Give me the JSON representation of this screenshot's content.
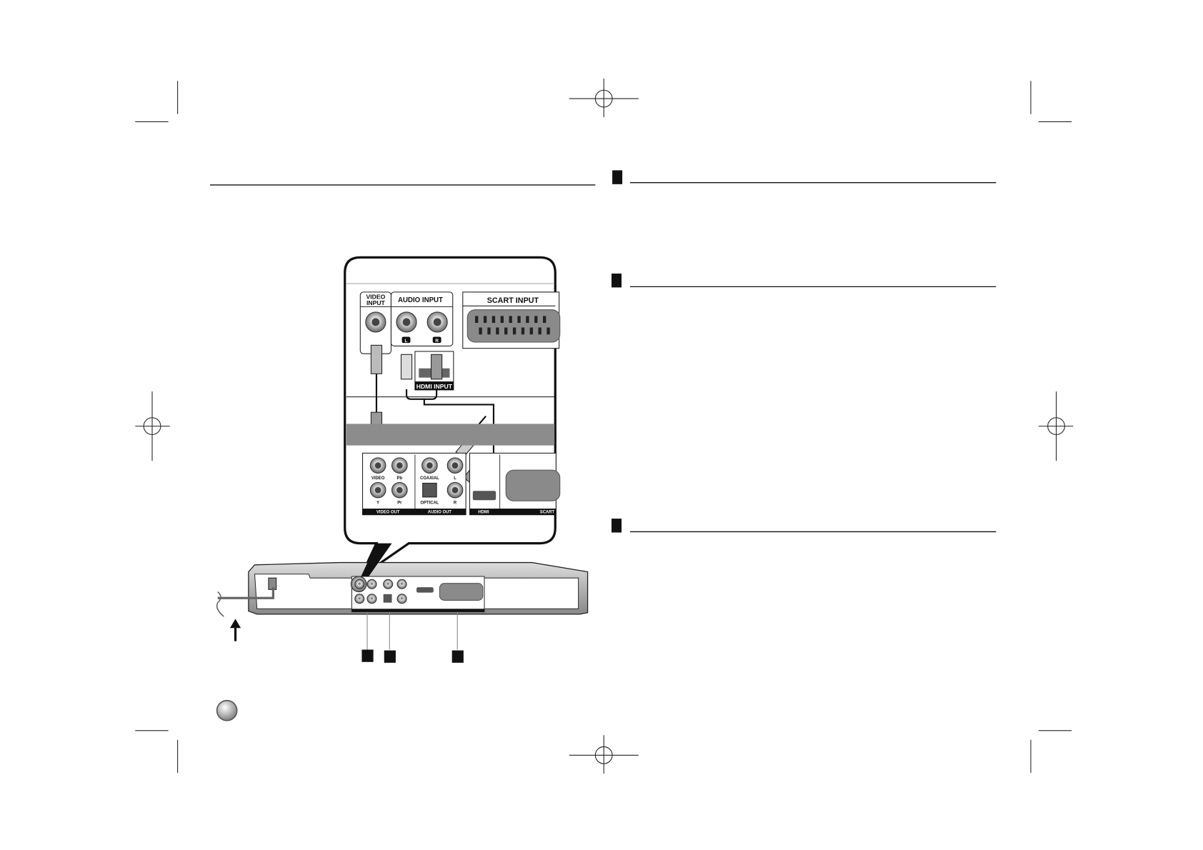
{
  "tv_panel": {
    "video_input": [
      "VIDEO",
      "INPUT"
    ],
    "audio_input": "AUDIO INPUT",
    "scart_input": "SCART INPUT",
    "left": "L",
    "right": "R",
    "hdmi_input": "HDMI INPUT"
  },
  "player_panel": {
    "video": "VIDEO",
    "pb": "Pb",
    "y": "Y",
    "pr": "Pr",
    "coaxial": "COAXIAL",
    "optical": "OPTICAL",
    "left": "L",
    "right": "R",
    "video_out": "VIDEO OUT",
    "audio_out": "AUDIO OUT",
    "hdmi": "HDMI",
    "scart": "SCART"
  },
  "colors": {
    "ink": "#111111",
    "panel_gray": "#9a9a9a",
    "band_gray": "#8c8c8c"
  }
}
